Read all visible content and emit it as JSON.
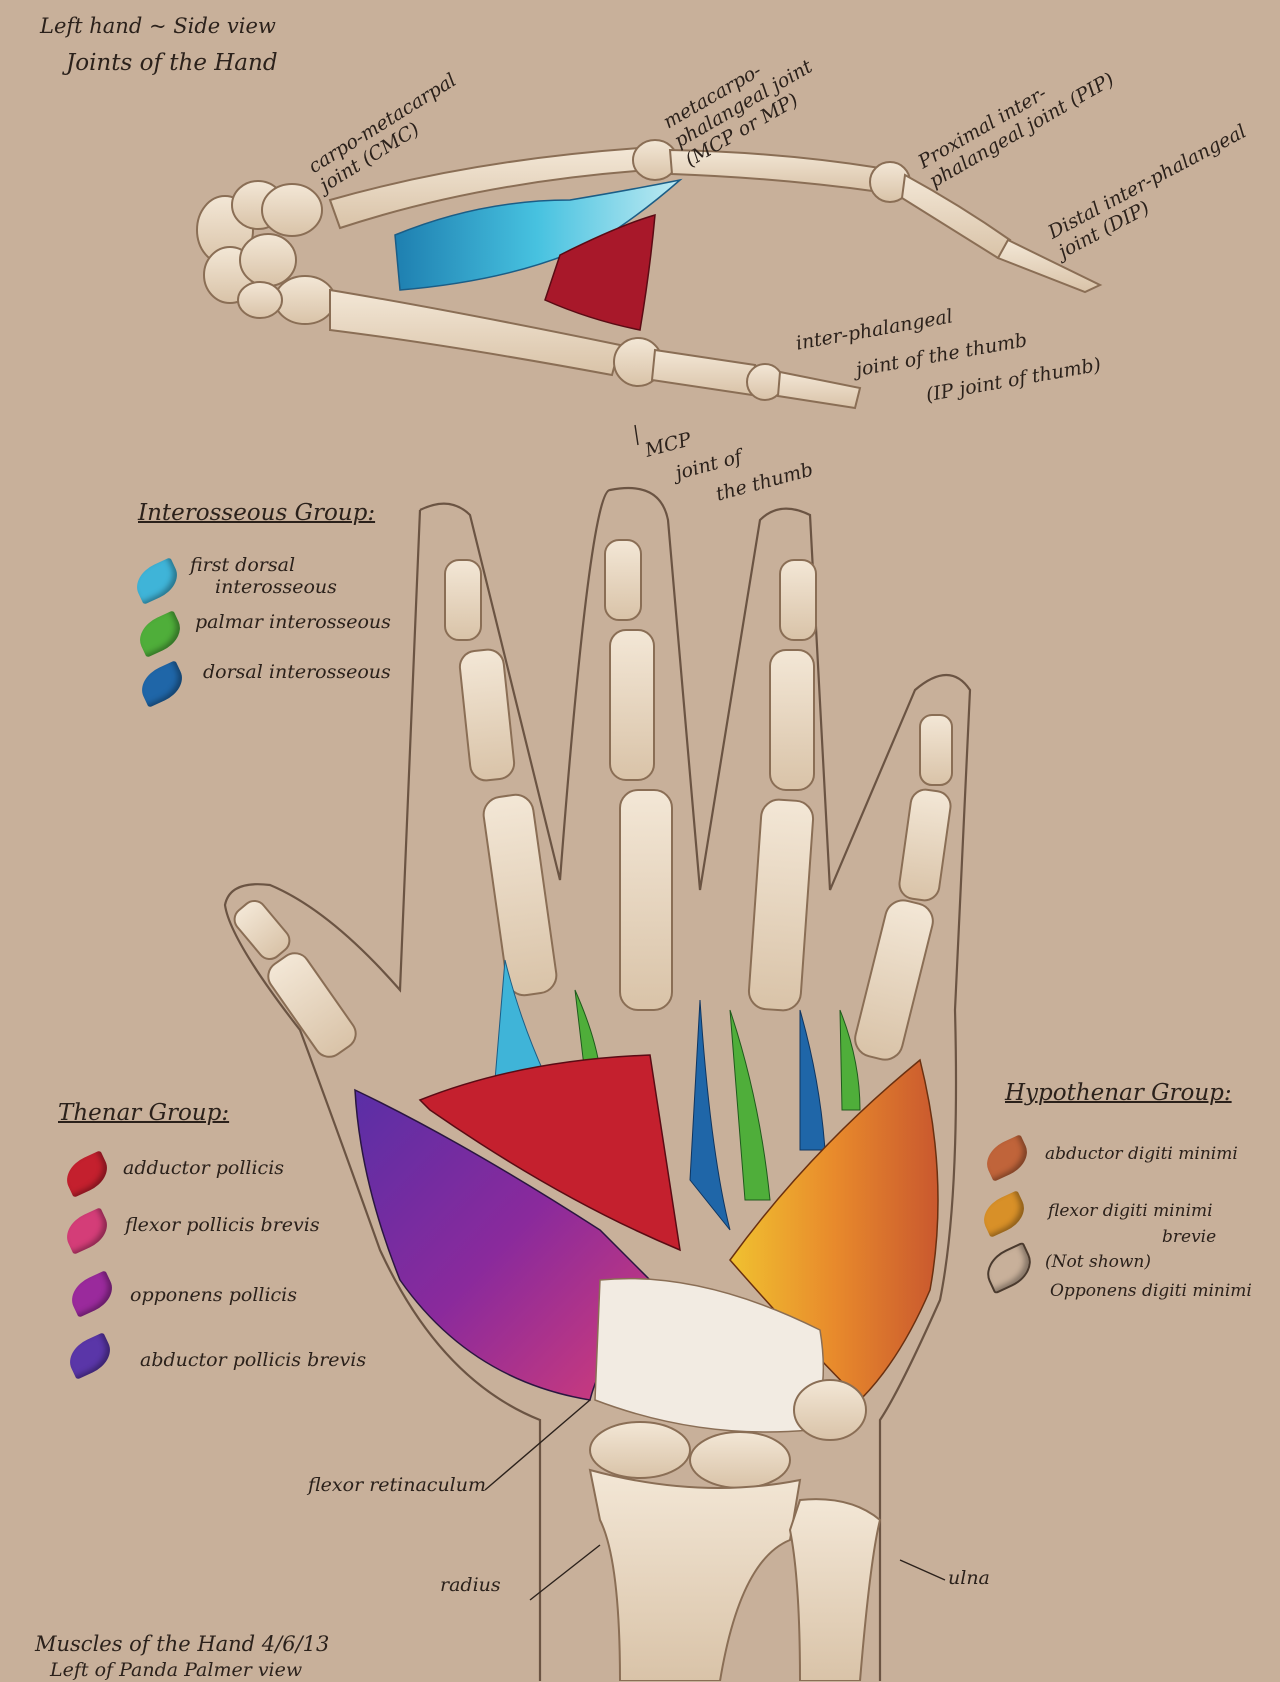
{
  "page": {
    "title_line1": "Left hand ~ Side view",
    "title_line2": "Joints of the Hand",
    "footer_line1": "Muscles of the Hand   4/6/13",
    "footer_line2": "Left of Panda Palmer view"
  },
  "side_view_labels": {
    "cmc": "carpo-metacarpal joint (CMC)",
    "mcp": "metacarpo- phalangeal joint (MCP or MP)",
    "pip": "Proximal inter- phalangeal joint (PIP)",
    "dip": "Distal inter-phalangeal joint (DIP)",
    "ip_thumb_1": "inter-phalangeal",
    "ip_thumb_2": "joint of the thumb",
    "ip_thumb_3": "(IP joint of thumb)",
    "mcp_thumb_1": "MCP",
    "mcp_thumb_2": "joint of",
    "mcp_thumb_3": "the thumb"
  },
  "legends": {
    "interosseous": {
      "heading": "Interosseous Group:",
      "items": [
        {
          "label_line1": "first dorsal",
          "label_line2": "interosseous",
          "color": "#3fb4d8"
        },
        {
          "label_line1": "palmar interosseous",
          "label_line2": "",
          "color": "#4fae3a"
        },
        {
          "label_line1": "dorsal interosseous",
          "label_line2": "",
          "color": "#1f66a8"
        }
      ]
    },
    "thenar": {
      "heading": "Thenar Group:",
      "items": [
        {
          "label": "adductor pollicis",
          "color": "#c4202e"
        },
        {
          "label": "flexor pollicis brevis",
          "color": "#d43d78"
        },
        {
          "label": "opponens pollicis",
          "color": "#9a2a9c"
        },
        {
          "label": "abductor pollicis brevis",
          "color": "#5a36a8"
        }
      ]
    },
    "hypothenar": {
      "heading": "Hypothenar Group:",
      "items": [
        {
          "label_line1": "abductor digiti minimi",
          "label_line2": "",
          "color": "#c0643a"
        },
        {
          "label_line1": "flexor digiti minimi",
          "label_line2": "brevie",
          "color": "#d89028"
        },
        {
          "label_line1": "(Not shown)",
          "label_line2": "Opponens digiti minimi",
          "color": "none"
        }
      ]
    }
  },
  "palm_labels": {
    "retinaculum": "flexor retinaculum",
    "radius": "radius",
    "ulna": "ulna"
  }
}
